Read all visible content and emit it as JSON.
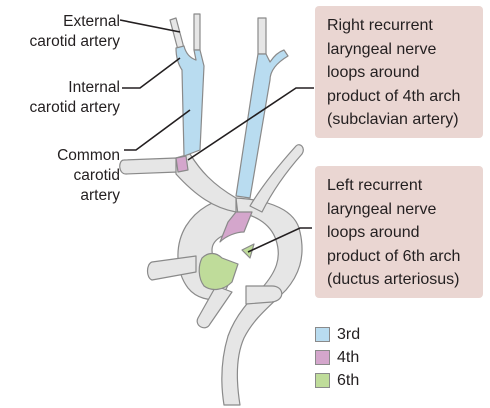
{
  "labels": {
    "external_carotid": [
      "External",
      "carotid artery"
    ],
    "internal_carotid": [
      "Internal",
      "carotid artery"
    ],
    "common_carotid": [
      "Common",
      "carotid",
      "artery"
    ]
  },
  "callouts": {
    "right": [
      "Right recurrent",
      "laryngeal nerve",
      "loops around",
      "product of 4th arch",
      "(subclavian artery)"
    ],
    "left": [
      "Left recurrent",
      "laryngeal nerve",
      "loops around",
      "product of 6th arch",
      "(ductus arteriosus)"
    ]
  },
  "legend": [
    {
      "label": "3rd",
      "color": "#b9dcf0"
    },
    {
      "label": "4th",
      "color": "#d4a6cc"
    },
    {
      "label": "6th",
      "color": "#bfdc9a"
    }
  ],
  "colors": {
    "vessel": "#e6e6e6",
    "outline": "#8a8a8a",
    "callout_bg": "#ead6d2"
  }
}
